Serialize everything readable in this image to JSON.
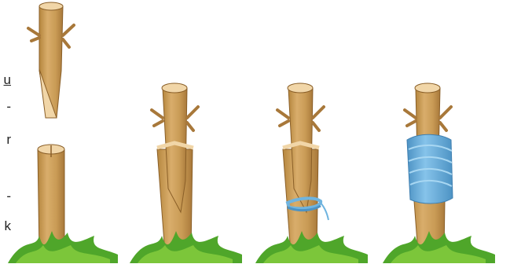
{
  "scene": {
    "description_free": true,
    "panels": [
      {
        "id": "step-1",
        "state": "scion-and-split-stock"
      },
      {
        "id": "step-2",
        "state": "scion-inserted"
      },
      {
        "id": "step-3",
        "state": "partially-tied"
      },
      {
        "id": "step-4",
        "state": "wrapped-with-tape"
      }
    ]
  },
  "margin_text": {
    "u": "u",
    "dash1": "-",
    "r": "r",
    "dash2": "-",
    "k": "k"
  },
  "colors": {
    "wood": "#d2a865",
    "wood_shadow": "#b5863e",
    "wood_light": "#ecc88e",
    "cut_face": "#f1d6a8",
    "grass": "#4fa62a",
    "grass_light": "#7cc63a",
    "tape": "#6fb4df",
    "tape_dark": "#4d93c4"
  }
}
